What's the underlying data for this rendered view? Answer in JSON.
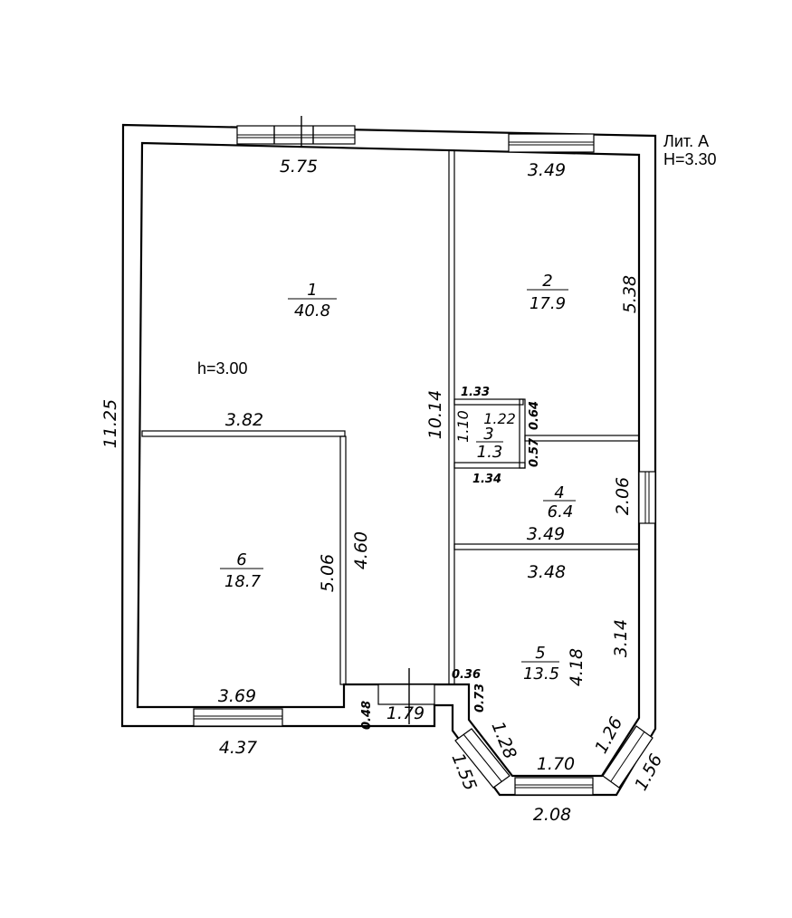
{
  "building": {
    "litera": "Лит. А",
    "height": "H=3.30"
  },
  "ceiling_height": "h=3.00",
  "rooms": [
    {
      "number": "1",
      "area": "40.8"
    },
    {
      "number": "2",
      "area": "17.9"
    },
    {
      "number": "3",
      "area": "1.3"
    },
    {
      "number": "4",
      "area": "6.4"
    },
    {
      "number": "5",
      "area": "13.5"
    },
    {
      "number": "6",
      "area": "18.7"
    }
  ],
  "dimensions": {
    "top_left": "5.75",
    "top_right": "3.49",
    "right_room2": "5.38",
    "left_total": "11.25",
    "inner_10_14": "10.14",
    "room6_top": "3.82",
    "room6_right": "5.06",
    "corridor_4_60": "4.60",
    "room6_bottom": "3.69",
    "bottom_left": "4.37",
    "step_0_48": "0.48",
    "door_1_79": "1.79",
    "r3_top": "1.33",
    "r3_1_10": "1.10",
    "r3_1_22": "1.22",
    "r3_0_64": "0.64",
    "r3_0_57": "0.57",
    "r3_bottom": "1.34",
    "room4_right": "2.06",
    "room4_bottom": "3.49",
    "room5_top": "3.48",
    "room5_right": "3.14",
    "room5_4_18": "4.18",
    "bay_0_36": "0.36",
    "bay_0_73": "0.73",
    "bay_1_28": "1.28",
    "bay_1_70": "1.70",
    "bay_1_26": "1.26",
    "bay_1_55": "1.55",
    "bay_1_56": "1.56",
    "bay_2_08": "2.08"
  }
}
